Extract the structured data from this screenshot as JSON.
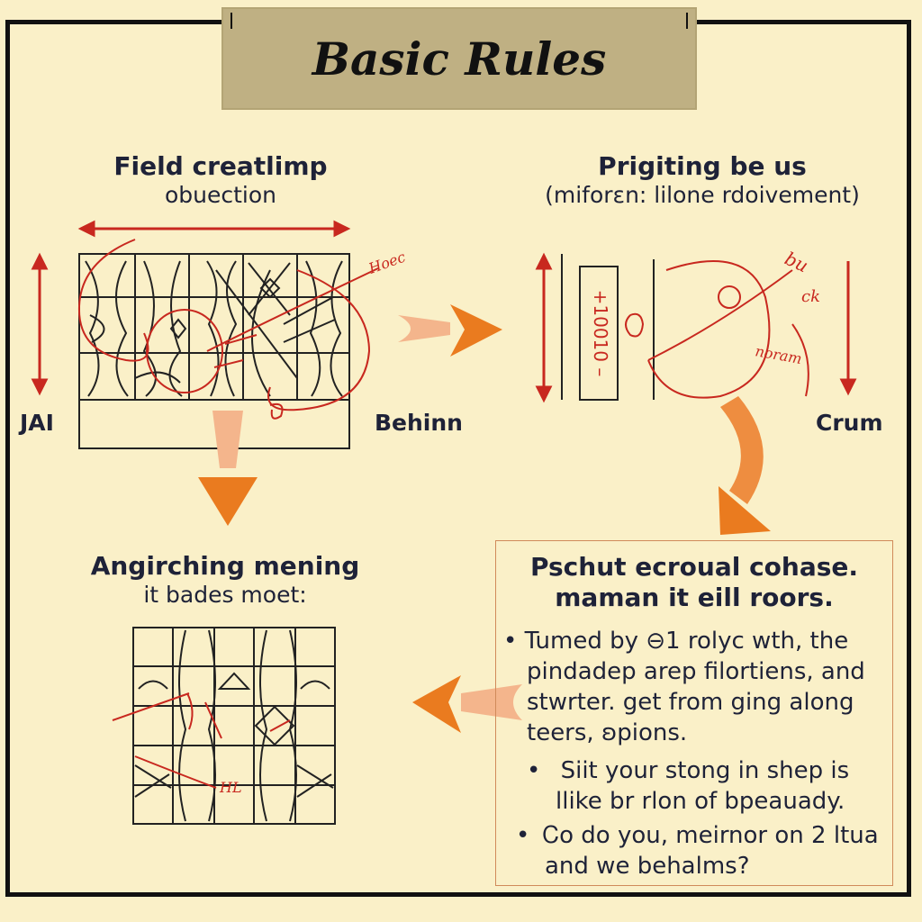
{
  "title": "Basic Rules",
  "top_left": {
    "heading": "Field creatlimp",
    "subheading": "obuection",
    "label_left": "JAI",
    "label_right": "Behinn",
    "annotation": "Hoec"
  },
  "top_right": {
    "heading": "Prigiting be us",
    "subheading": "(miforεn: lilone rdoivement)",
    "label_right": "Crum",
    "bar_text": "+10010 –",
    "annotations": [
      "bu",
      "ck",
      "noram"
    ]
  },
  "bottom_left": {
    "heading": "Angirching mening",
    "subheading": "it bades moet:",
    "annotation": "HL"
  },
  "box": {
    "title_line1": "Pschut ecroual cohase.",
    "title_line2": "maman it eill roors.",
    "bullets": [
      {
        "line1": "Tumed by ⊖1 rolyc wth, the",
        "line2": "pindadep arep filortiens, and",
        "line3": "stwrter. get from ging along",
        "line4": "teers, ʚpions."
      },
      {
        "line1": "Siit your stong  in shep is",
        "line2": "llike br rlon of bpeauady."
      },
      {
        "line1": "Ꮯo do you, meirnor on 2 ltua",
        "line2": "and we behalms?"
      }
    ]
  },
  "colors": {
    "background": "#faf0c8",
    "banner": "#bfb083",
    "arrow_orange": "#ea7b1f",
    "annotation_red": "#c8281f",
    "ink": "#1e2238"
  }
}
